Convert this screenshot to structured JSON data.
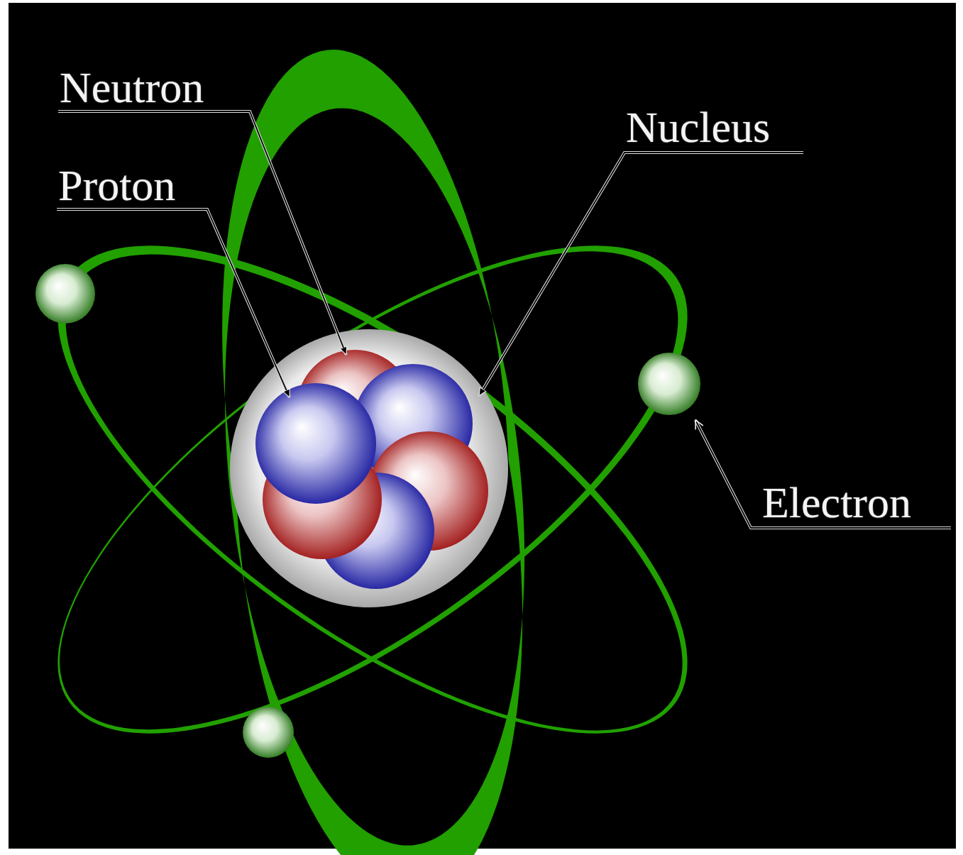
{
  "diagram": {
    "labels": [
      "Neutron",
      "Nucleus",
      "Proton",
      "Electron"
    ]
  }
}
